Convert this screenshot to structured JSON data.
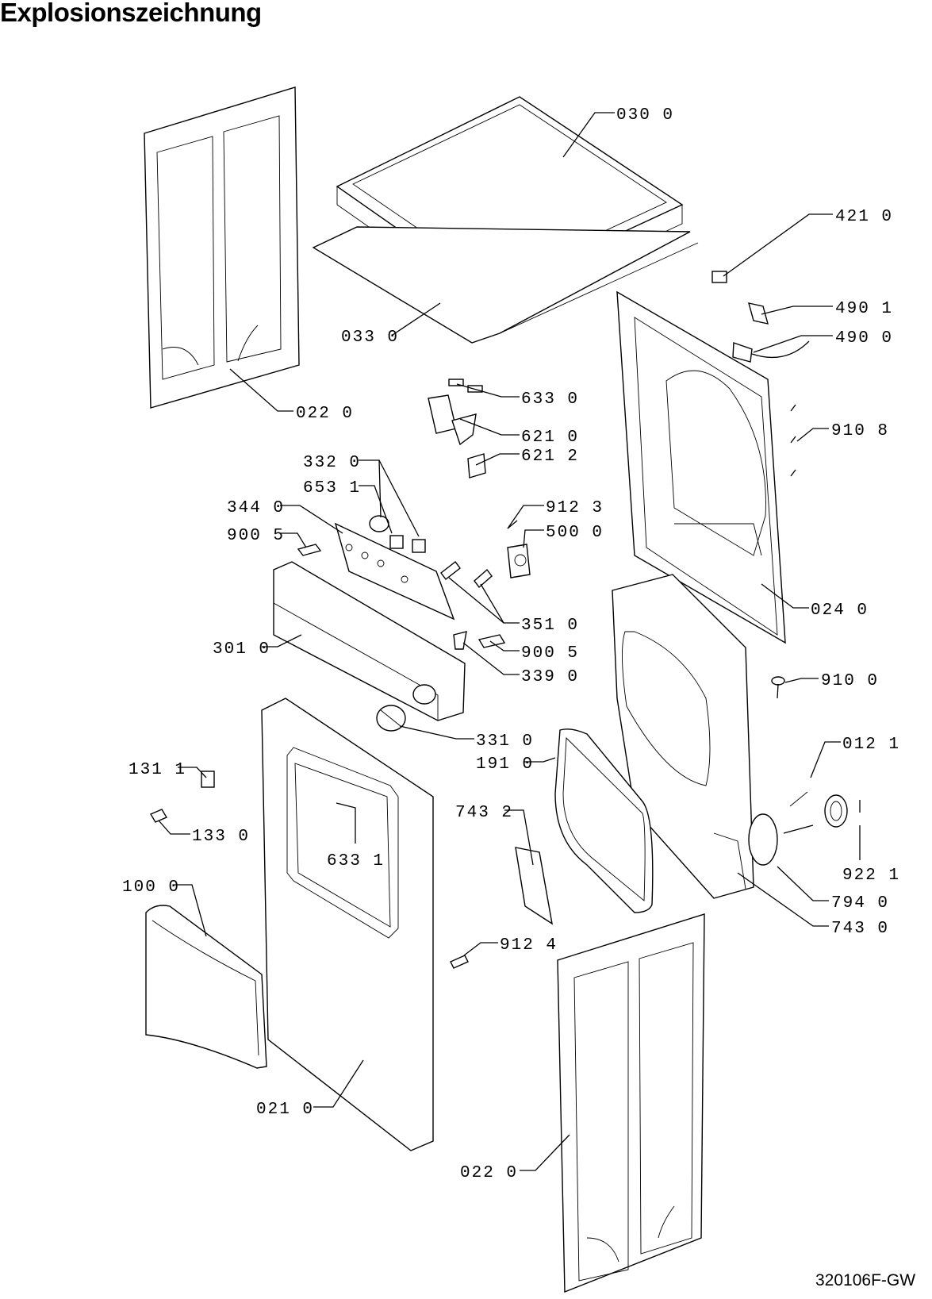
{
  "title": "Explosionszeichnung",
  "document_code": "320106F-GW",
  "part_labels": [
    "030 0",
    "421 0",
    "490 1",
    "490 0",
    "033 0",
    "022 0",
    "633 0",
    "910 8",
    "621 0",
    "621 2",
    "332 0",
    "653 1",
    "344 0",
    "912 3",
    "900 5",
    "500 0",
    "024 0",
    "351 0",
    "301 0",
    "900 5",
    "339 0",
    "910 0",
    "331 0",
    "012 1",
    "191 0",
    "131 1",
    "743 2",
    "133 0",
    "633 1",
    "922 1",
    "100 0",
    "794 0",
    "743 0",
    "912 4",
    "021 0",
    "022 0"
  ]
}
